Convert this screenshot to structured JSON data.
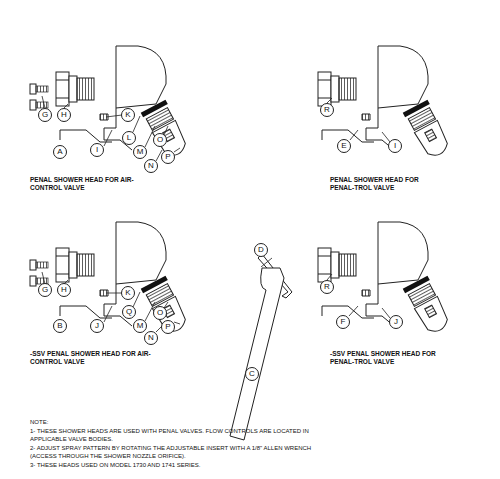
{
  "diagram": {
    "labels": [
      "G",
      "H",
      "A",
      "I",
      "K",
      "L",
      "M",
      "N",
      "O",
      "P",
      "PENAL SHOWER HEAD FOR AIR-CONTROL VALVE",
      "R",
      "E",
      "I",
      "PENAL SHOWER HEAD FOR PENAL-TROL VALVE",
      "G",
      "H",
      "B",
      "J",
      "K",
      "Q",
      "M",
      "N",
      "O",
      "P",
      "-SSV PENAL SHOWER HEAD FOR AIR-CONTROL VALVE",
      "D",
      "C",
      "R",
      "F",
      "J",
      "-SSV PENAL SHOWER HEAD FOR PENAL-TROL VALVE",
      "NOTE:",
      "1- THESE SHOWER HEADS ARE USED WITH PENAL VALVES. FLOW CONTROLS ARE LOCATED IN APPLICABLE VALVE BODIES.",
      "2- ADJUST SPRAY PATTERN BY ROTATING THE ADJUSTABLE INSERT WITH A 1/8\" ALLEN WRENCH (ACCESS THROUGH THE SHOWER NOZZLE ORIFICE).",
      "3- THESE HEADS USED ON MODEL 1730 AND 1741 SERIES."
    ]
  }
}
